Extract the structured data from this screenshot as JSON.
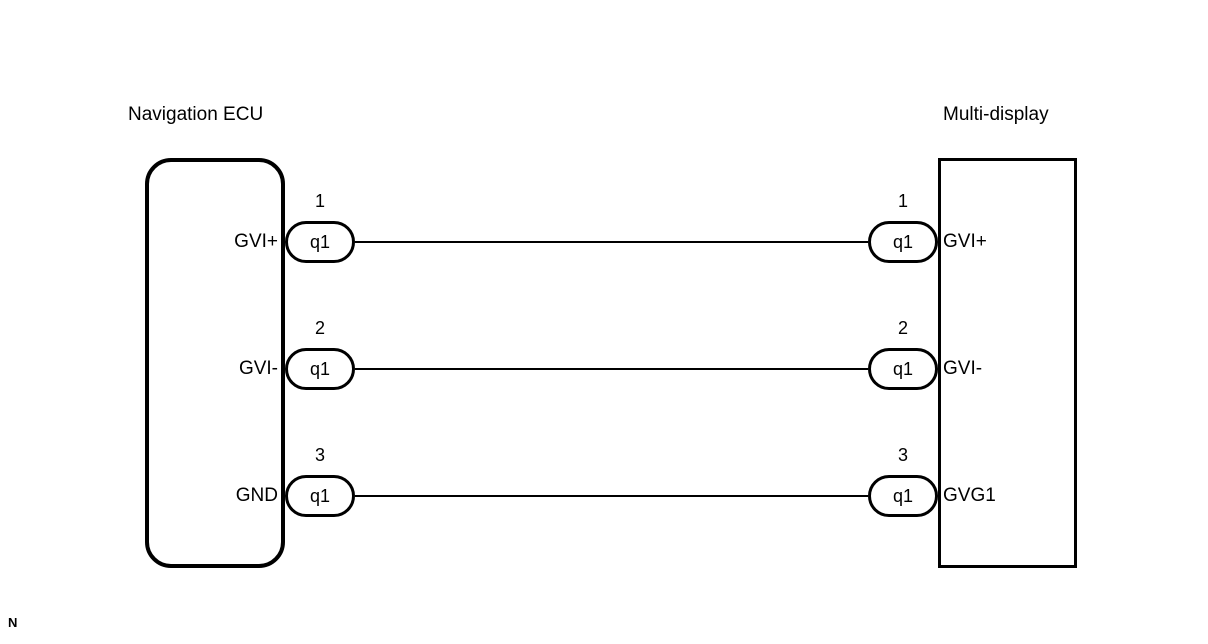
{
  "diagram": {
    "left_component": {
      "title": "Navigation ECU"
    },
    "right_component": {
      "title": "Multi-display"
    },
    "footnote": "N",
    "colors": {
      "line": "#000000",
      "background": "#ffffff"
    },
    "connections": [
      {
        "left_label": "GVI+",
        "left_pin_number": "1",
        "left_connector": "q1",
        "right_pin_number": "1",
        "right_connector": "q1",
        "right_label": "GVI+"
      },
      {
        "left_label": "GVI-",
        "left_pin_number": "2",
        "left_connector": "q1",
        "right_pin_number": "2",
        "right_connector": "q1",
        "right_label": "GVI-"
      },
      {
        "left_label": "GND",
        "left_pin_number": "3",
        "left_connector": "q1",
        "right_pin_number": "3",
        "right_connector": "q1",
        "right_label": "GVG1"
      }
    ]
  }
}
